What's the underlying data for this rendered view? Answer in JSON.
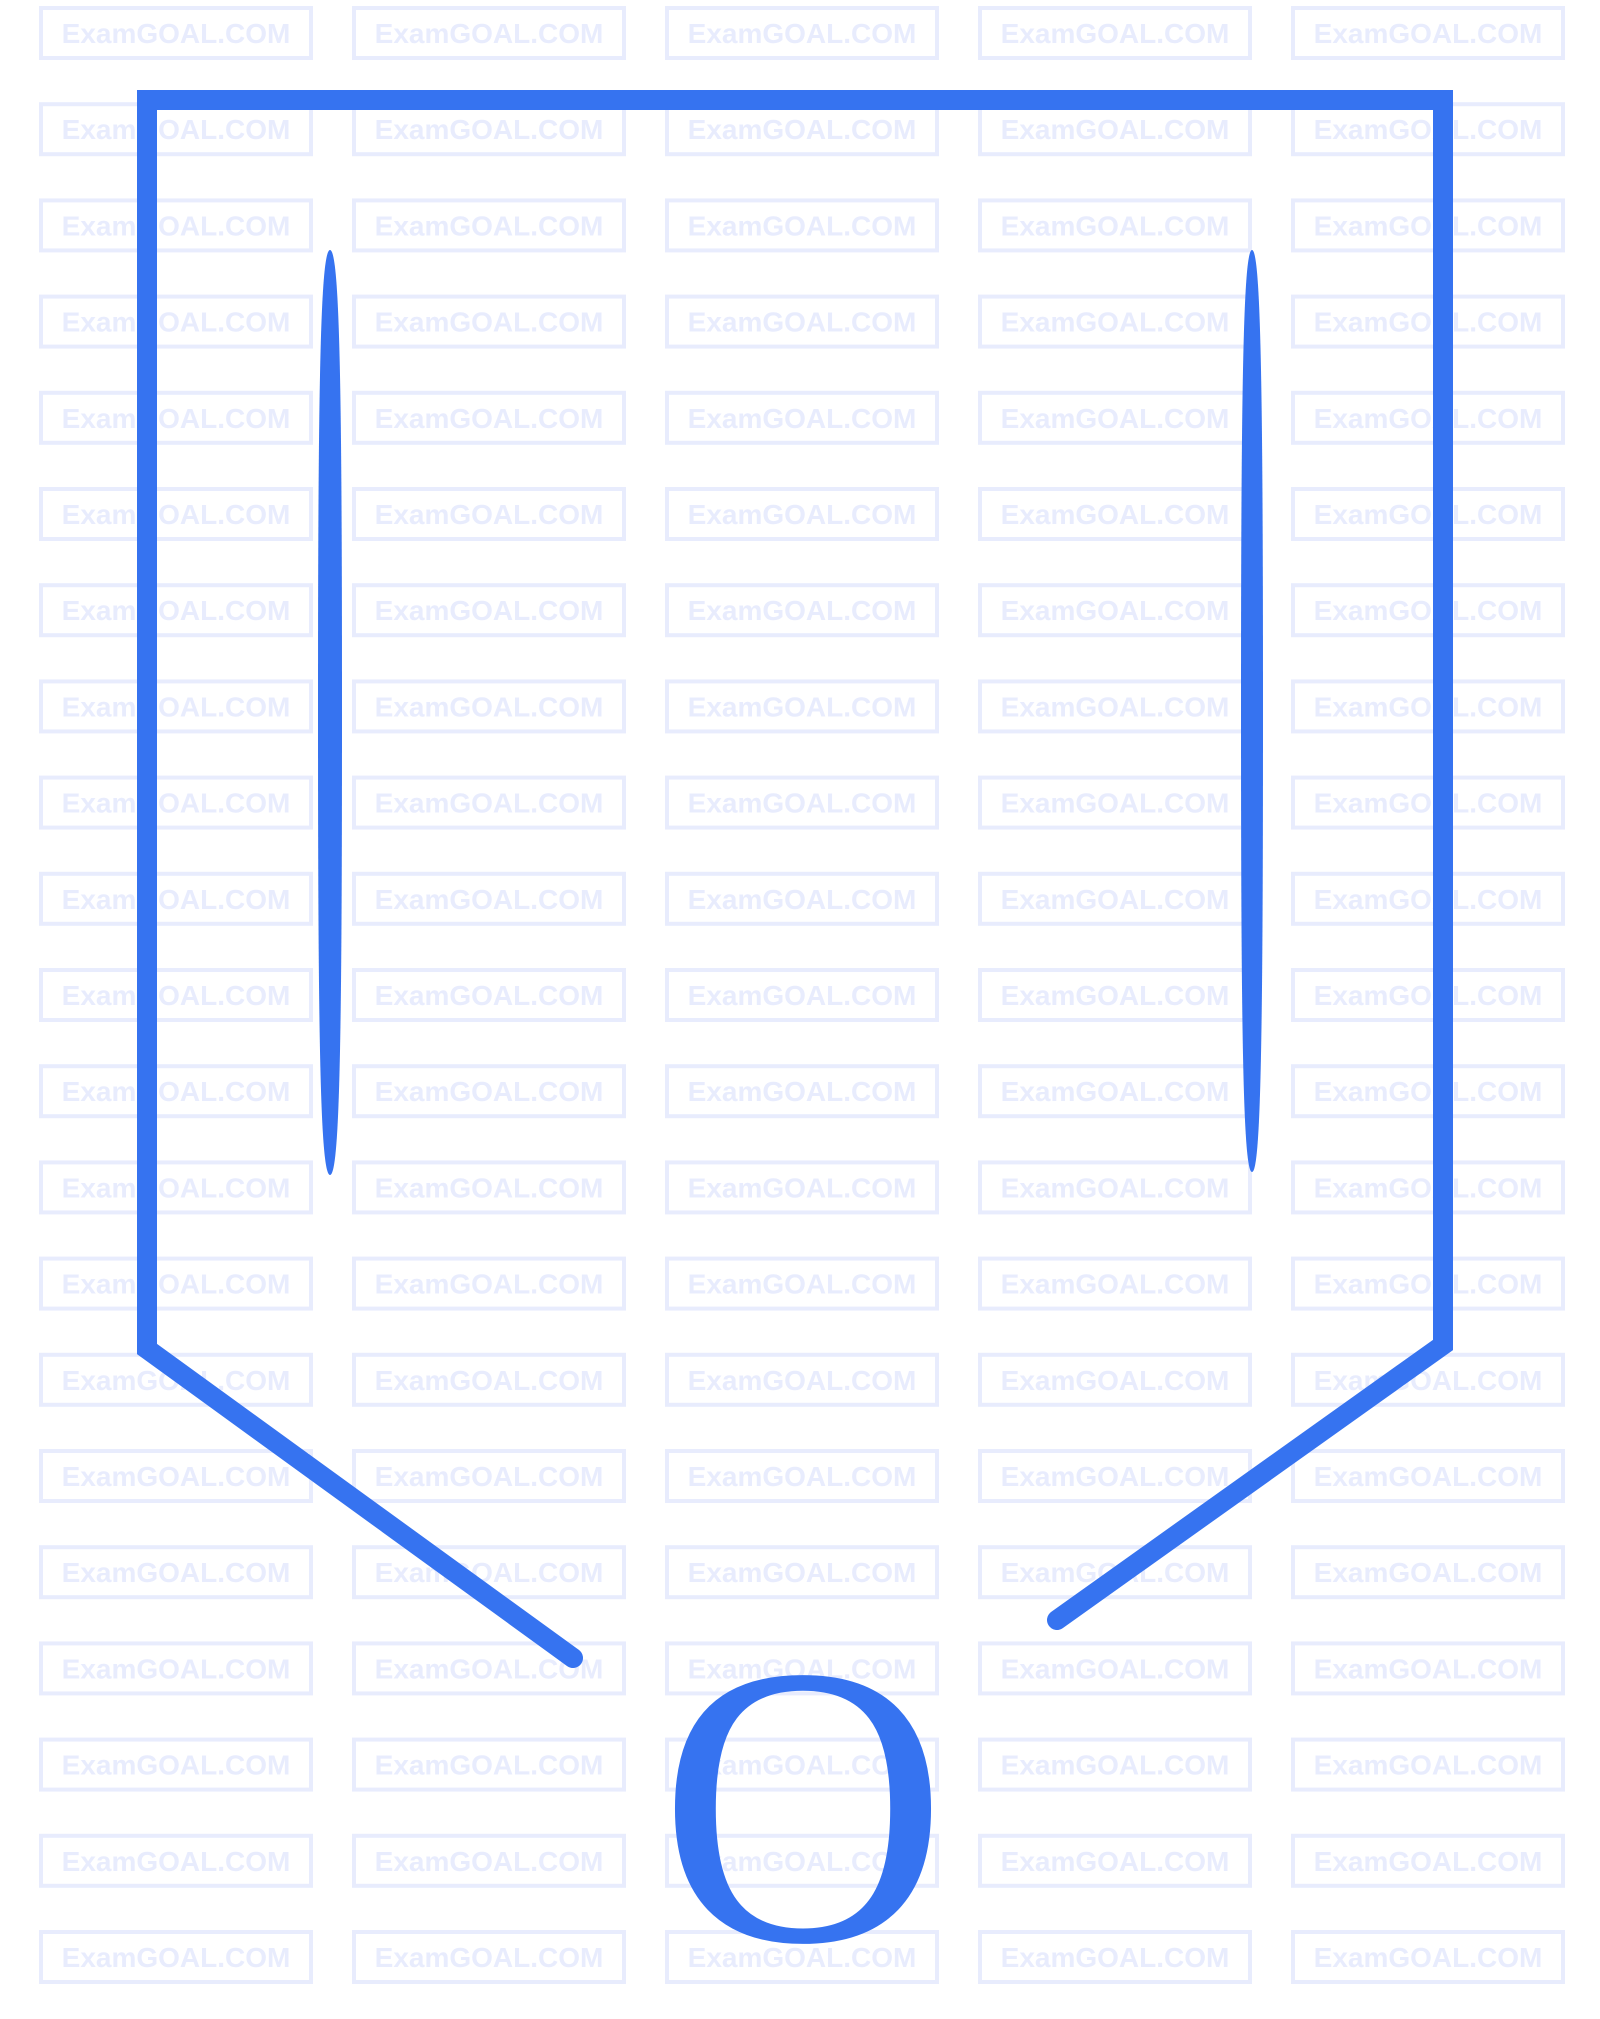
{
  "watermark": {
    "text": "ExamGOAL.COM",
    "color": "#e8ecfd",
    "rows": 21,
    "cols": 5
  },
  "molecule": {
    "bond_color": "#3673f0",
    "ring_atom": {
      "symbol": "O",
      "color": "#3673f0"
    },
    "bonds": [
      {
        "id": "top",
        "order": 1
      },
      {
        "id": "right-side",
        "order": 2
      },
      {
        "id": "lower-right",
        "order": 1
      },
      {
        "id": "lower-left",
        "order": 1
      },
      {
        "id": "left-side",
        "order": 2
      }
    ]
  }
}
